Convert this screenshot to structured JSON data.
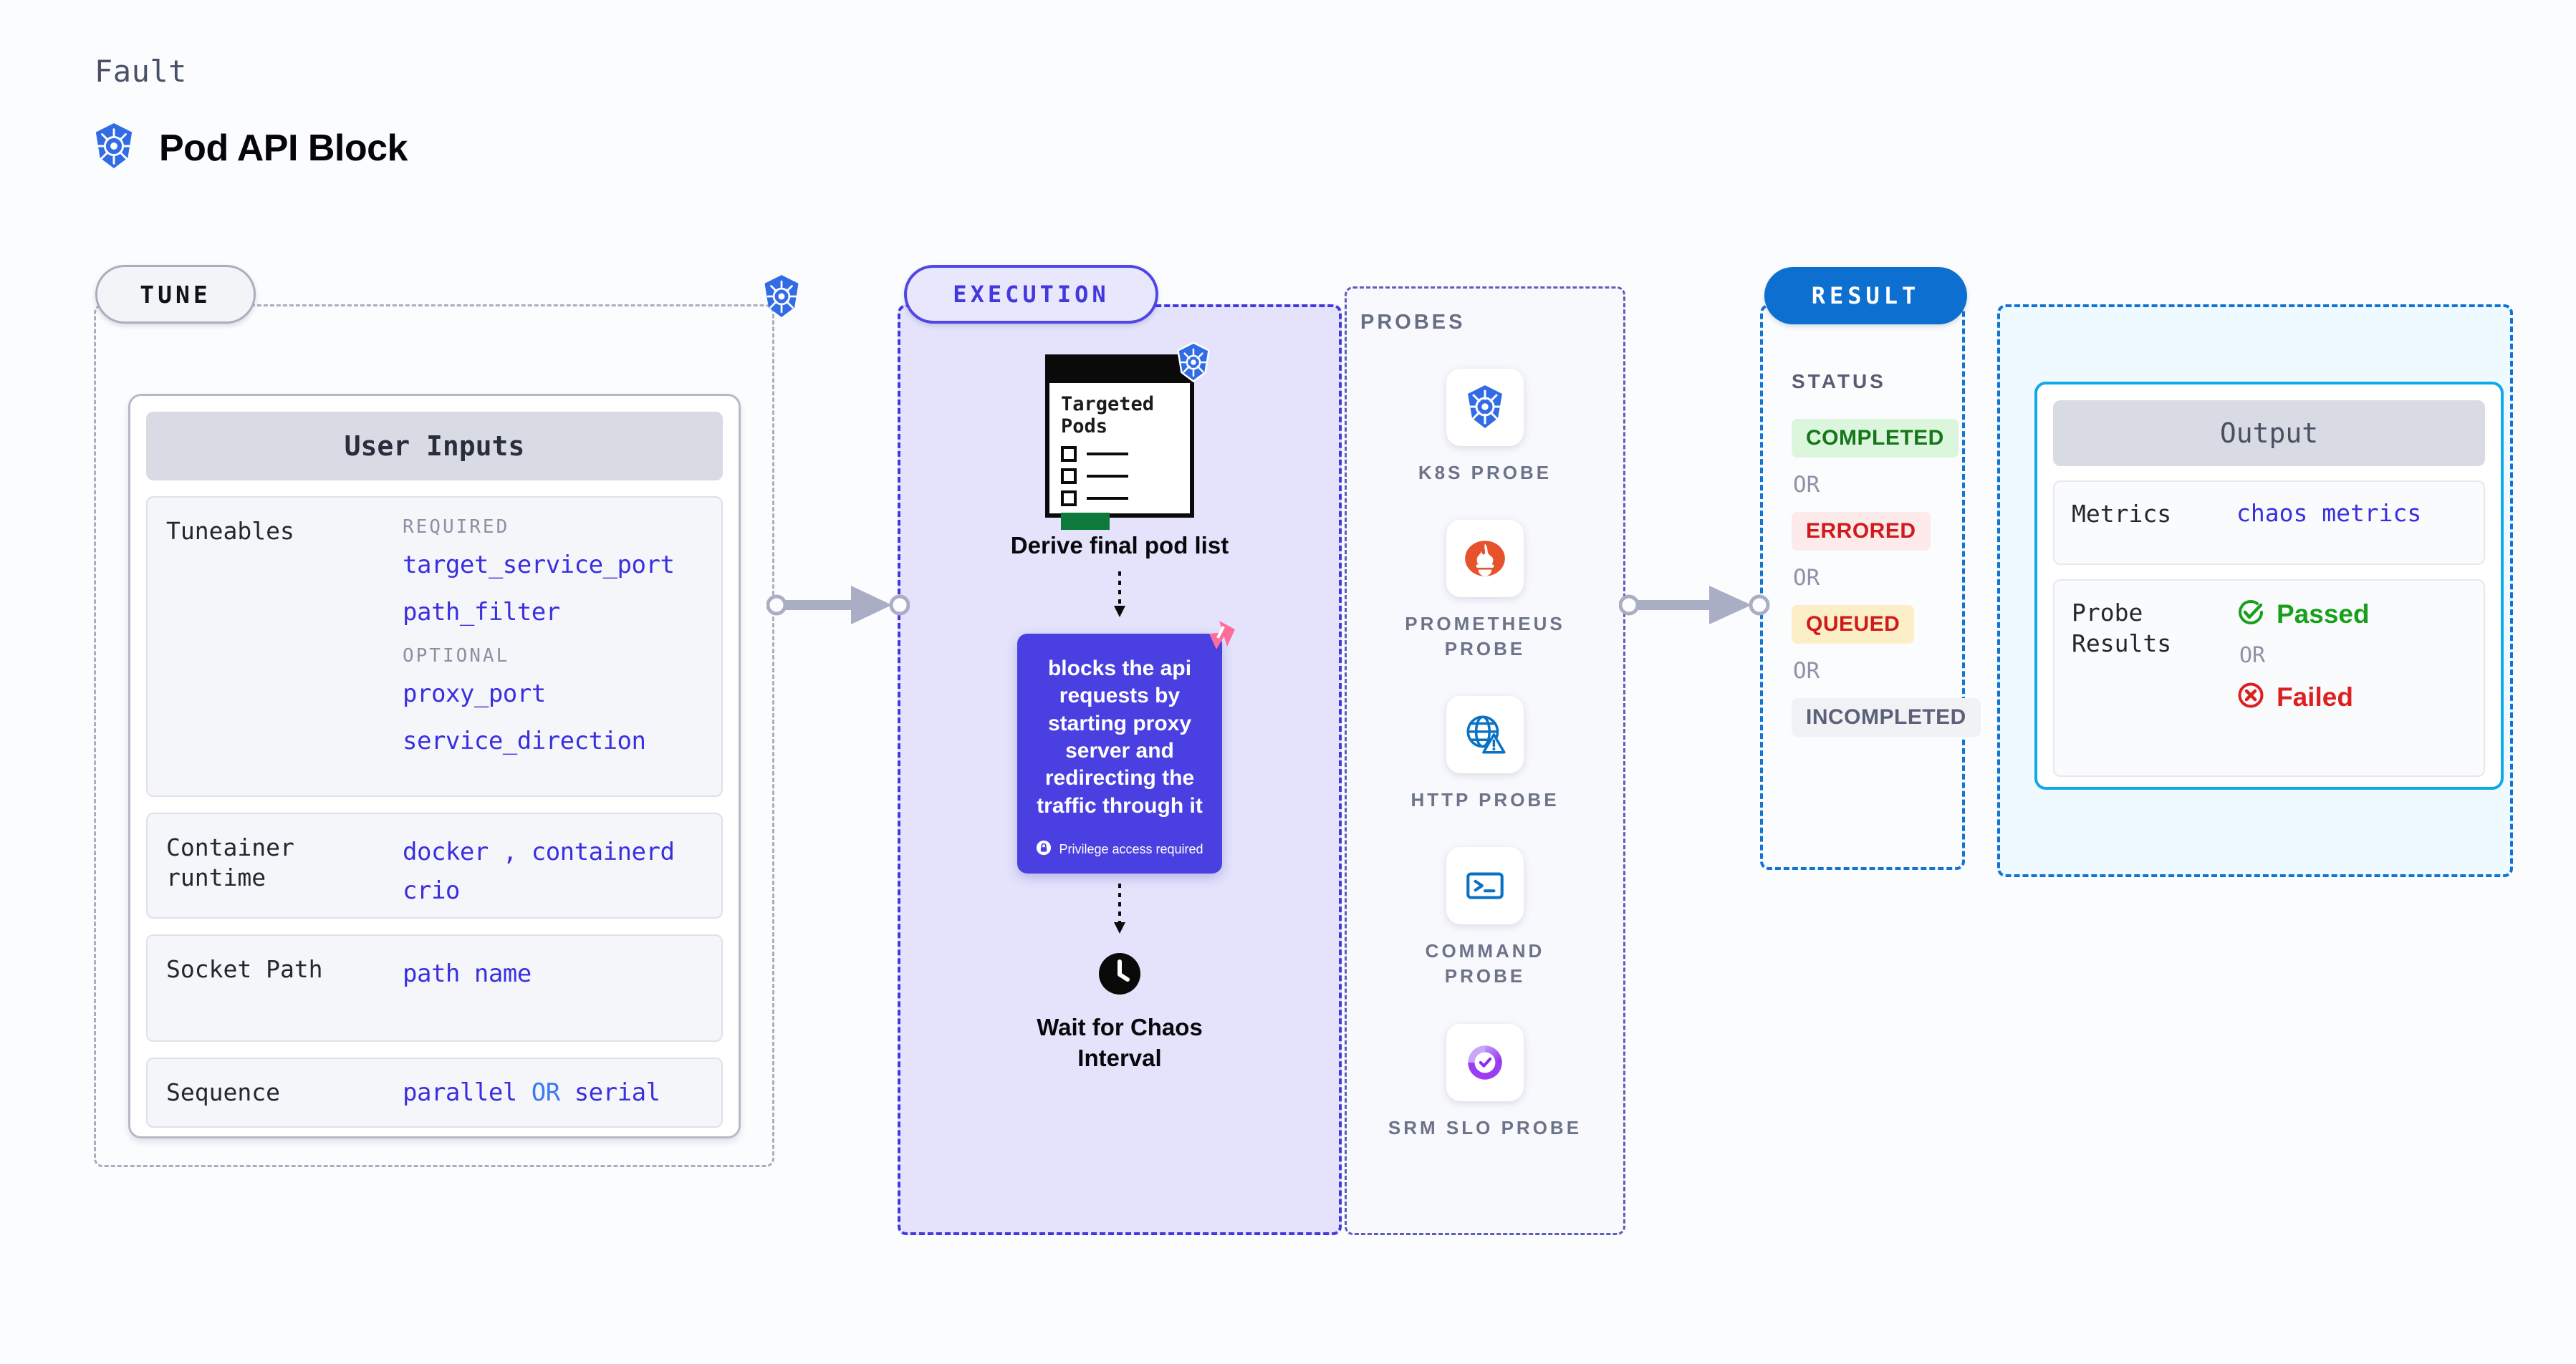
{
  "header": {
    "eyebrow": "Fault",
    "title": "Pod API Block",
    "icon": "kubernetes-icon"
  },
  "tune": {
    "pill_label": "TUNE",
    "node_icon": "kubernetes-icon",
    "card_title": "User Inputs",
    "rows": [
      {
        "label": "Tuneables",
        "required_label": "REQUIRED",
        "required": [
          "target_service_port",
          "path_filter"
        ],
        "optional_label": "OPTIONAL",
        "optional": [
          "proxy_port",
          "service_direction"
        ]
      },
      {
        "label": "Container runtime",
        "values_line1": "docker , containerd",
        "values_line2": "crio"
      },
      {
        "label": "Socket Path",
        "value": "path name"
      },
      {
        "label": "Sequence",
        "value_a": "parallel",
        "separator": "OR",
        "value_b": "serial"
      }
    ]
  },
  "execution": {
    "pill_label": "EXECUTION",
    "pods_card": {
      "title": "Targeted Pods",
      "badge_icon": "kubernetes-icon",
      "items": 3
    },
    "step1_caption": "Derive final pod list",
    "purple_card": {
      "text": "blocks the api requests by starting proxy server and redirecting the traffic through it",
      "privilege_note": "Privilege access required",
      "privilege_icon": "lock-icon",
      "corner_icon": "harness-logo-icon",
      "bg": "#4a3fe0"
    },
    "step3_icon": "clock-icon",
    "step3_caption": "Wait for Chaos Interval"
  },
  "probes": {
    "title": "PROBES",
    "items": [
      {
        "label": "K8S PROBE",
        "icon": "kubernetes-icon"
      },
      {
        "label": "PROMETHEUS PROBE",
        "icon": "prometheus-icon"
      },
      {
        "label": "HTTP PROBE",
        "icon": "http-globe-alert-icon"
      },
      {
        "label": "COMMAND PROBE",
        "icon": "terminal-icon"
      },
      {
        "label": "SRM SLO PROBE",
        "icon": "srm-slo-icon"
      }
    ]
  },
  "result": {
    "pill_label": "RESULT",
    "status_title": "STATUS",
    "or_label": "OR",
    "statuses": [
      {
        "label": "COMPLETED",
        "kind": "completed"
      },
      {
        "label": "ERRORED",
        "kind": "errored"
      },
      {
        "label": "QUEUED",
        "kind": "queued"
      },
      {
        "label": "INCOMPLETED",
        "kind": "incompleted"
      }
    ]
  },
  "output": {
    "card_title": "Output",
    "metrics_label": "Metrics",
    "metrics_value": "chaos metrics",
    "probe_results_label": "Probe Results",
    "passed_label": "Passed",
    "failed_label": "Failed",
    "or_label": "OR"
  },
  "colors": {
    "k8s_blue": "#326ce5",
    "execution_purple": "#4338dd",
    "result_blue": "#0d6fcf",
    "output_cyan": "#10a9e8",
    "mono_value_blue": "#3a2fe0",
    "pass_green": "#18a01c",
    "fail_red": "#dc2020",
    "harness_pink": "#fc6d9a"
  }
}
